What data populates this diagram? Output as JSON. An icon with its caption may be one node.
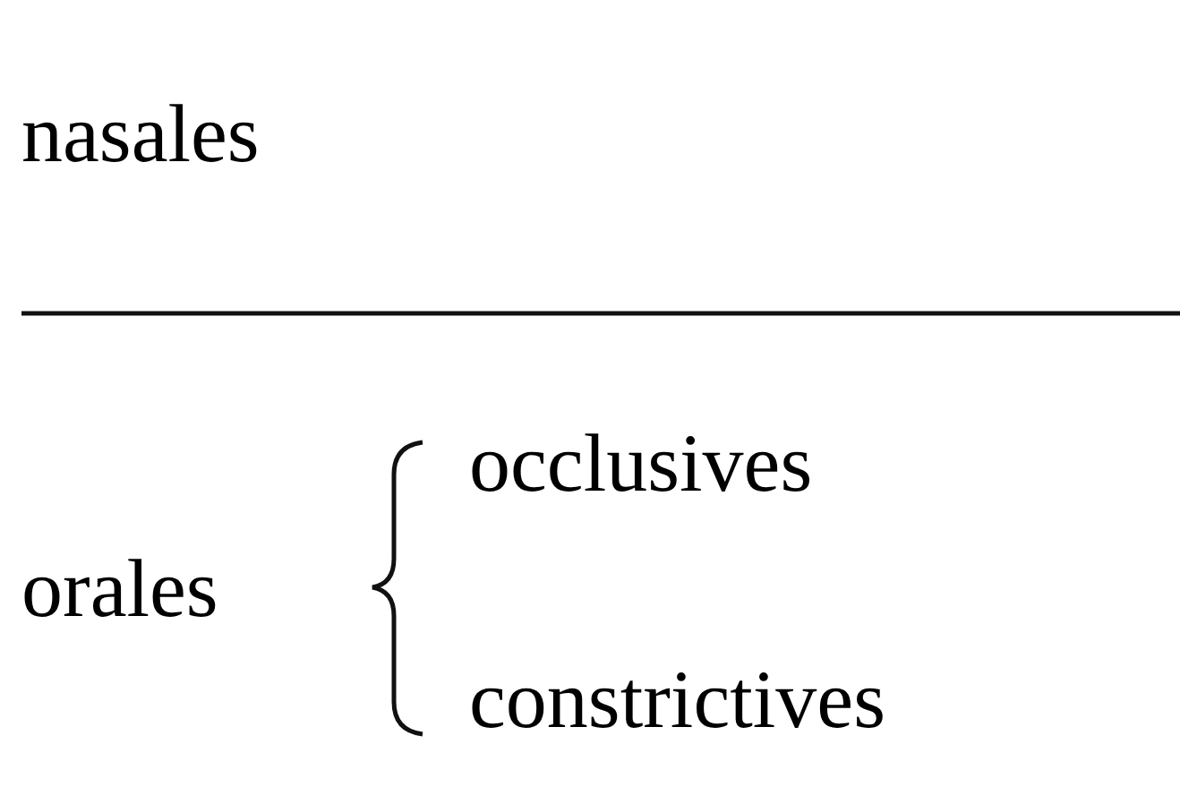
{
  "diagram": {
    "labels": [
      "nasales",
      "orales",
      "occlusives",
      "constrictives"
    ]
  }
}
